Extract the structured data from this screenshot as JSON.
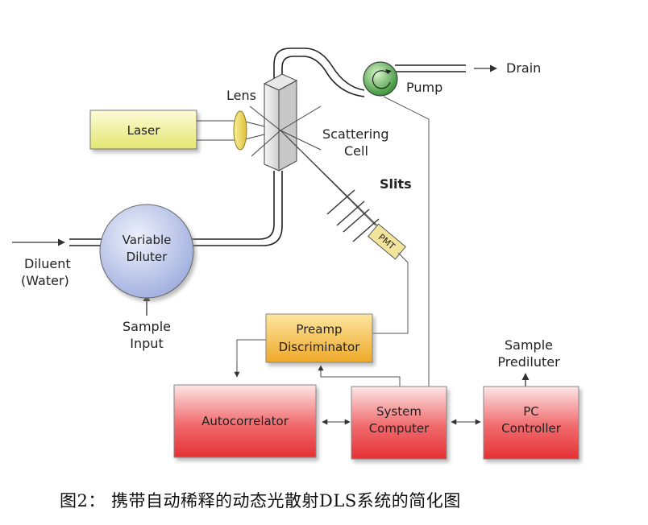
{
  "labels": {
    "drain": "Drain",
    "pump": "Pump",
    "lens": "Lens",
    "laser": "Laser",
    "scattering": "Scattering",
    "cell": "Cell",
    "slits": "Slits",
    "pmt": "PMT",
    "variable": "Variable",
    "diluter": "Diluter",
    "diluent": "Diluent",
    "water": "(Water)",
    "sample_input_1": "Sample",
    "sample_input_2": "Input",
    "preamp_1": "Preamp",
    "preamp_2": "Discriminator",
    "autocorrelator": "Autocorrelator",
    "system_1": "System",
    "system_2": "Computer",
    "pc_1": "PC",
    "pc_2": "Controller",
    "prediluter_1": "Sample",
    "prediluter_2": "Prediluter"
  },
  "caption": "图2： 携带自动稀释的动态光散射DLS系统的简化图",
  "colors": {
    "laser_box": "#eef096",
    "preamp_box": "#f3c24a",
    "red_box": "#ec3a3f",
    "diluter_circle": "#b8c4ea",
    "pump_circle": "#3a9a3a",
    "pmt_box": "#f2e49a"
  }
}
